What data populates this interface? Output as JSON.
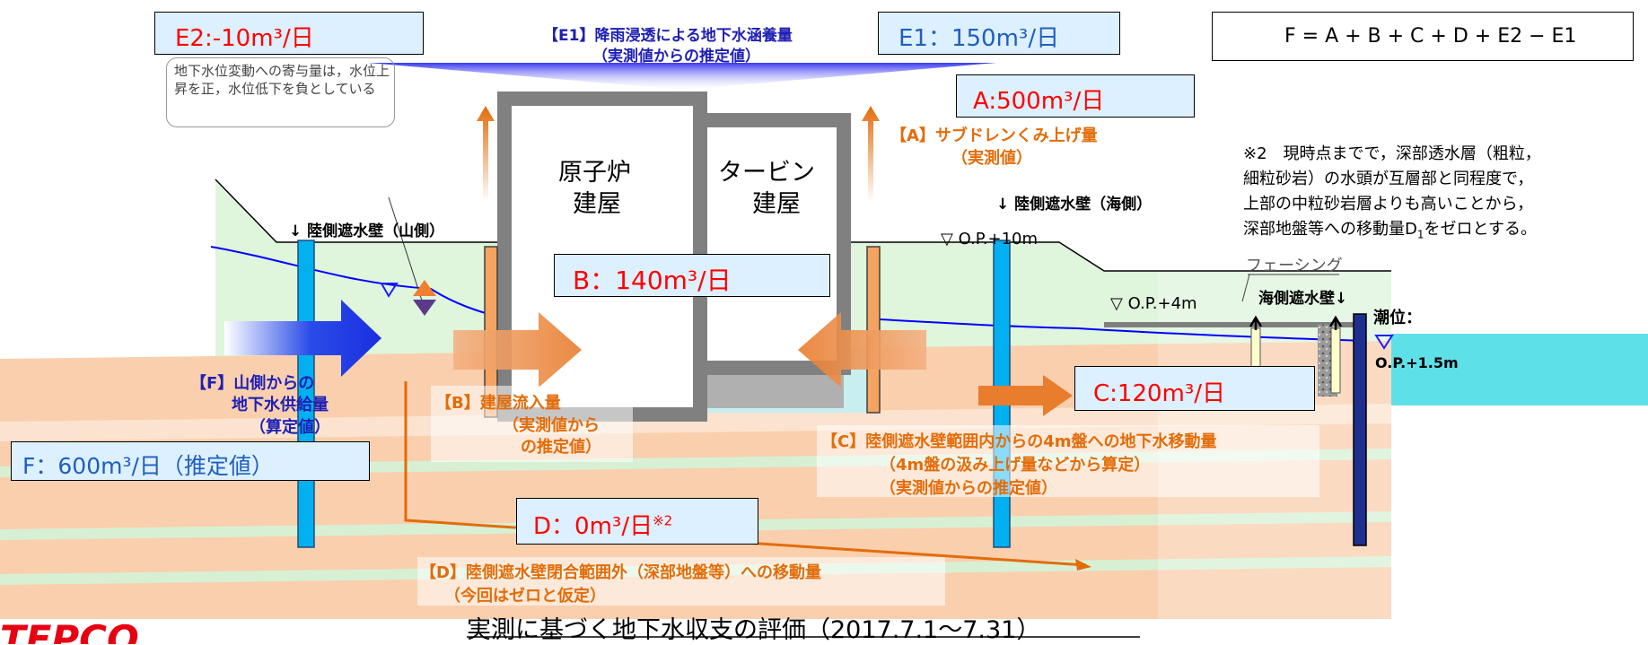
{
  "title": "実測に基づく地下水収支の評価（2017.7.1〜7.31）",
  "formula": "F = A + B + C + D + E2 − E1",
  "boxes": {
    "e2": "E2:-10m³/日",
    "e1": "E1：150m³/日",
    "a": "A:500m³/日",
    "b": "B：140m³/日",
    "c": "C:120m³/日",
    "d": "D：0m³/日",
    "d_note": "※2",
    "f": "F：600m³/日（推定値）"
  },
  "e2_note": "地下水位変動への寄与量は，水位上昇を正，水位低下を負としている",
  "labels": {
    "e1_title": "【E1】降雨浸透による地下水涵養量",
    "e1_sub": "（実測値からの推定値）",
    "a_title": "【A】サブドレンくみ上げ量",
    "a_sub": "（実測値）",
    "f_title": "【F】山側からの",
    "f_title2": "地下水供給量",
    "f_sub": "（算定値）",
    "b_title": "【B】建屋流入量",
    "b_sub1": "（実測値から",
    "b_sub2": "の推定値）",
    "c_title": "【C】陸側遮水壁範囲内からの4m盤への地下水移動量",
    "c_sub1": "（4m盤の汲み上げ量などから算定）",
    "c_sub2": "（実測値からの推定値）",
    "d_title": "【D】陸側遮水壁閉合範囲外（深部地盤等）への移動量",
    "d_sub": "（今回はゼロと仮定）"
  },
  "buildings": {
    "reactor_1": "原子炉",
    "reactor_2": "建屋",
    "turbine_1": "タービン",
    "turbine_2": "建屋"
  },
  "walls": {
    "mountain": "↓ 陸側遮水壁（山側）",
    "sea": "↓ 陸側遮水壁（海側）",
    "seawall": "海側遮水壁↓",
    "facing": "フェーシング"
  },
  "elevations": {
    "op10": "▽ O.P.+10m",
    "op4": "▽ O.P.+4m",
    "tide": "潮位：",
    "tide_level": "O.P.+1.5m"
  },
  "note2": {
    "line1": "※2　現時点までで，深部透水層（粗粒，",
    "line2": "細粒砂岩）の水頭が互層部と同程度で，",
    "line3": "上部の中粒砂岩層よりも高いことから，",
    "line4": "深部地盤等への移動量D",
    "sub": "1",
    "line4b": "をゼロとする。"
  },
  "logo": "TEPCO"
}
